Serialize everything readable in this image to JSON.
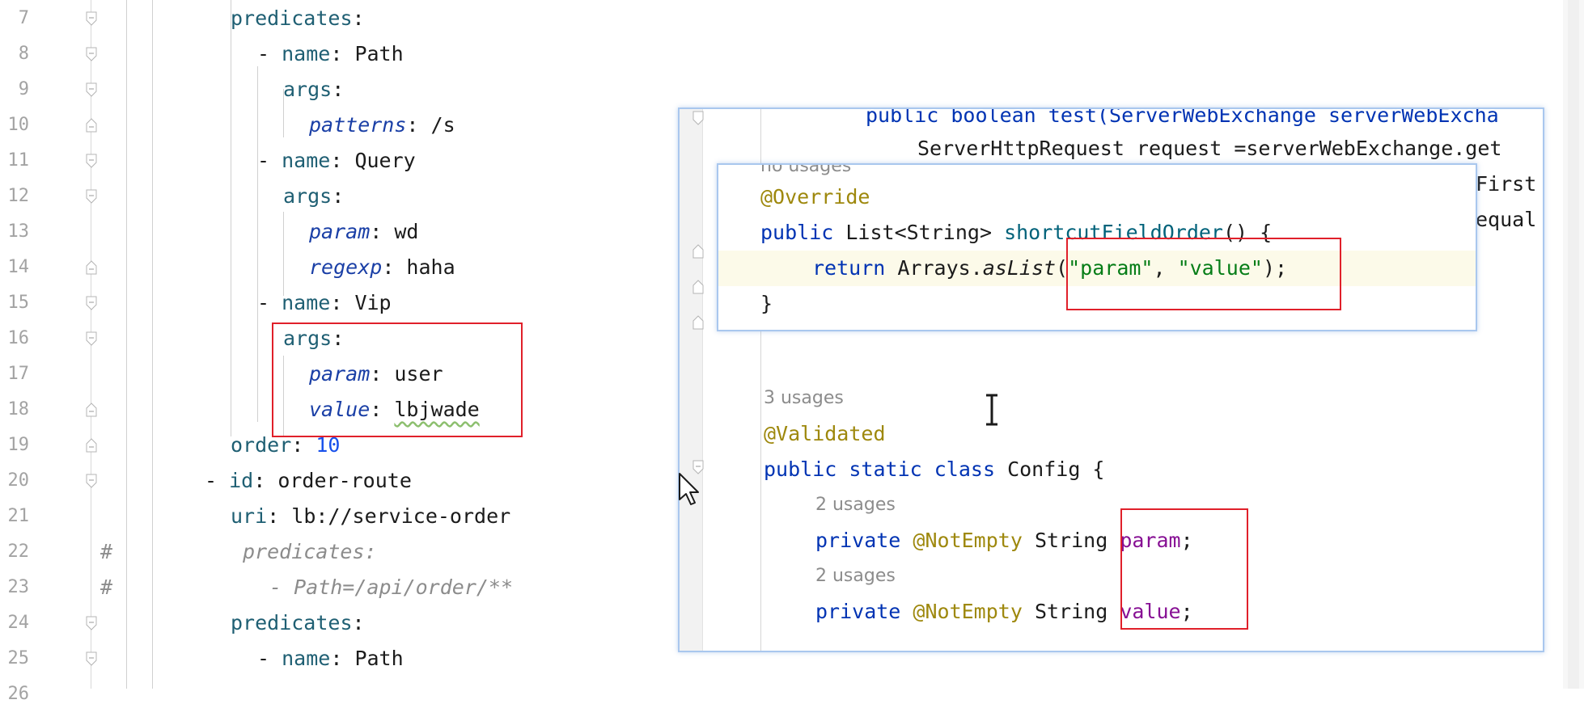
{
  "yaml_editor": {
    "line_numbers": [
      "7",
      "8",
      "9",
      "10",
      "11",
      "12",
      "13",
      "14",
      "15",
      "16",
      "17",
      "18",
      "19",
      "20",
      "21",
      "22",
      "23",
      "24",
      "25",
      "26"
    ],
    "lines": {
      "l7_key": "predicates",
      "l8_dash": "- ",
      "l8_key": "name",
      "l8_val": "Path",
      "l9_key": "args",
      "l10_key": "patterns",
      "l10_val": "/s",
      "l11_dash": "- ",
      "l11_key": "name",
      "l11_val": "Query",
      "l12_key": "args",
      "l13_key": "param",
      "l13_val": "wd",
      "l14_key": "regexp",
      "l14_val": "haha",
      "l15_dash": "- ",
      "l15_key": "name",
      "l15_val": "Vip",
      "l16_key": "args",
      "l17_key": "param",
      "l17_val": "user",
      "l18_key": "value",
      "l18_val": "lbjwade",
      "l19_key": "order",
      "l19_val": "10",
      "l20_dash": "- ",
      "l20_key": "id",
      "l20_val": "order-route",
      "l21_key": "uri",
      "l21_val": "lb://service-order",
      "l22_hash": "#",
      "l22_text": "predicates:",
      "l23_hash": "#",
      "l23_text": "- Path=/api/order/**",
      "l24_key": "predicates",
      "l25_dash": "- ",
      "l25_key": "name",
      "l25_val": "Path"
    },
    "colon": ":",
    "colon_sp": ": "
  },
  "popup": {
    "top_line1": "public boolean test(ServerWebExchange serverWebExcha",
    "top_line2": "ServerHttpRequest request =serverWebExchange.get",
    "right_frag1": "First",
    "right_frag2": "equal",
    "usages_3": "3 usages",
    "validated": "@Validated",
    "class_decl": {
      "public": "public",
      "static": "static",
      "class": "class",
      "name": "Config {"
    },
    "usages_2a": "2 usages",
    "field1": {
      "private": "private",
      "ann": "@NotEmpty",
      "type": "String",
      "name": "param",
      "semi": ";"
    },
    "usages_2b": "2 usages",
    "field2": {
      "private": "private",
      "ann": "@NotEmpty",
      "type": "String",
      "name": "value",
      "semi": ";"
    },
    "closing_brace_partial": "}"
  },
  "inner_popup": {
    "no_usages": "no usages",
    "override": "@Override",
    "sig_public": "public",
    "sig_type": "List<String>",
    "sig_method": "shortcutFieldOrder",
    "sig_rest": "() {",
    "ret_kw": "return",
    "ret_cls": "Arrays.",
    "ret_method": "asList",
    "ret_open": "(",
    "ret_str1": "\"param\"",
    "ret_comma": ", ",
    "ret_str2": "\"value\"",
    "ret_close": ");",
    "close": "}"
  },
  "colors": {
    "highlight_box": "#e0202a",
    "popup_border": "#a9c7ee"
  }
}
